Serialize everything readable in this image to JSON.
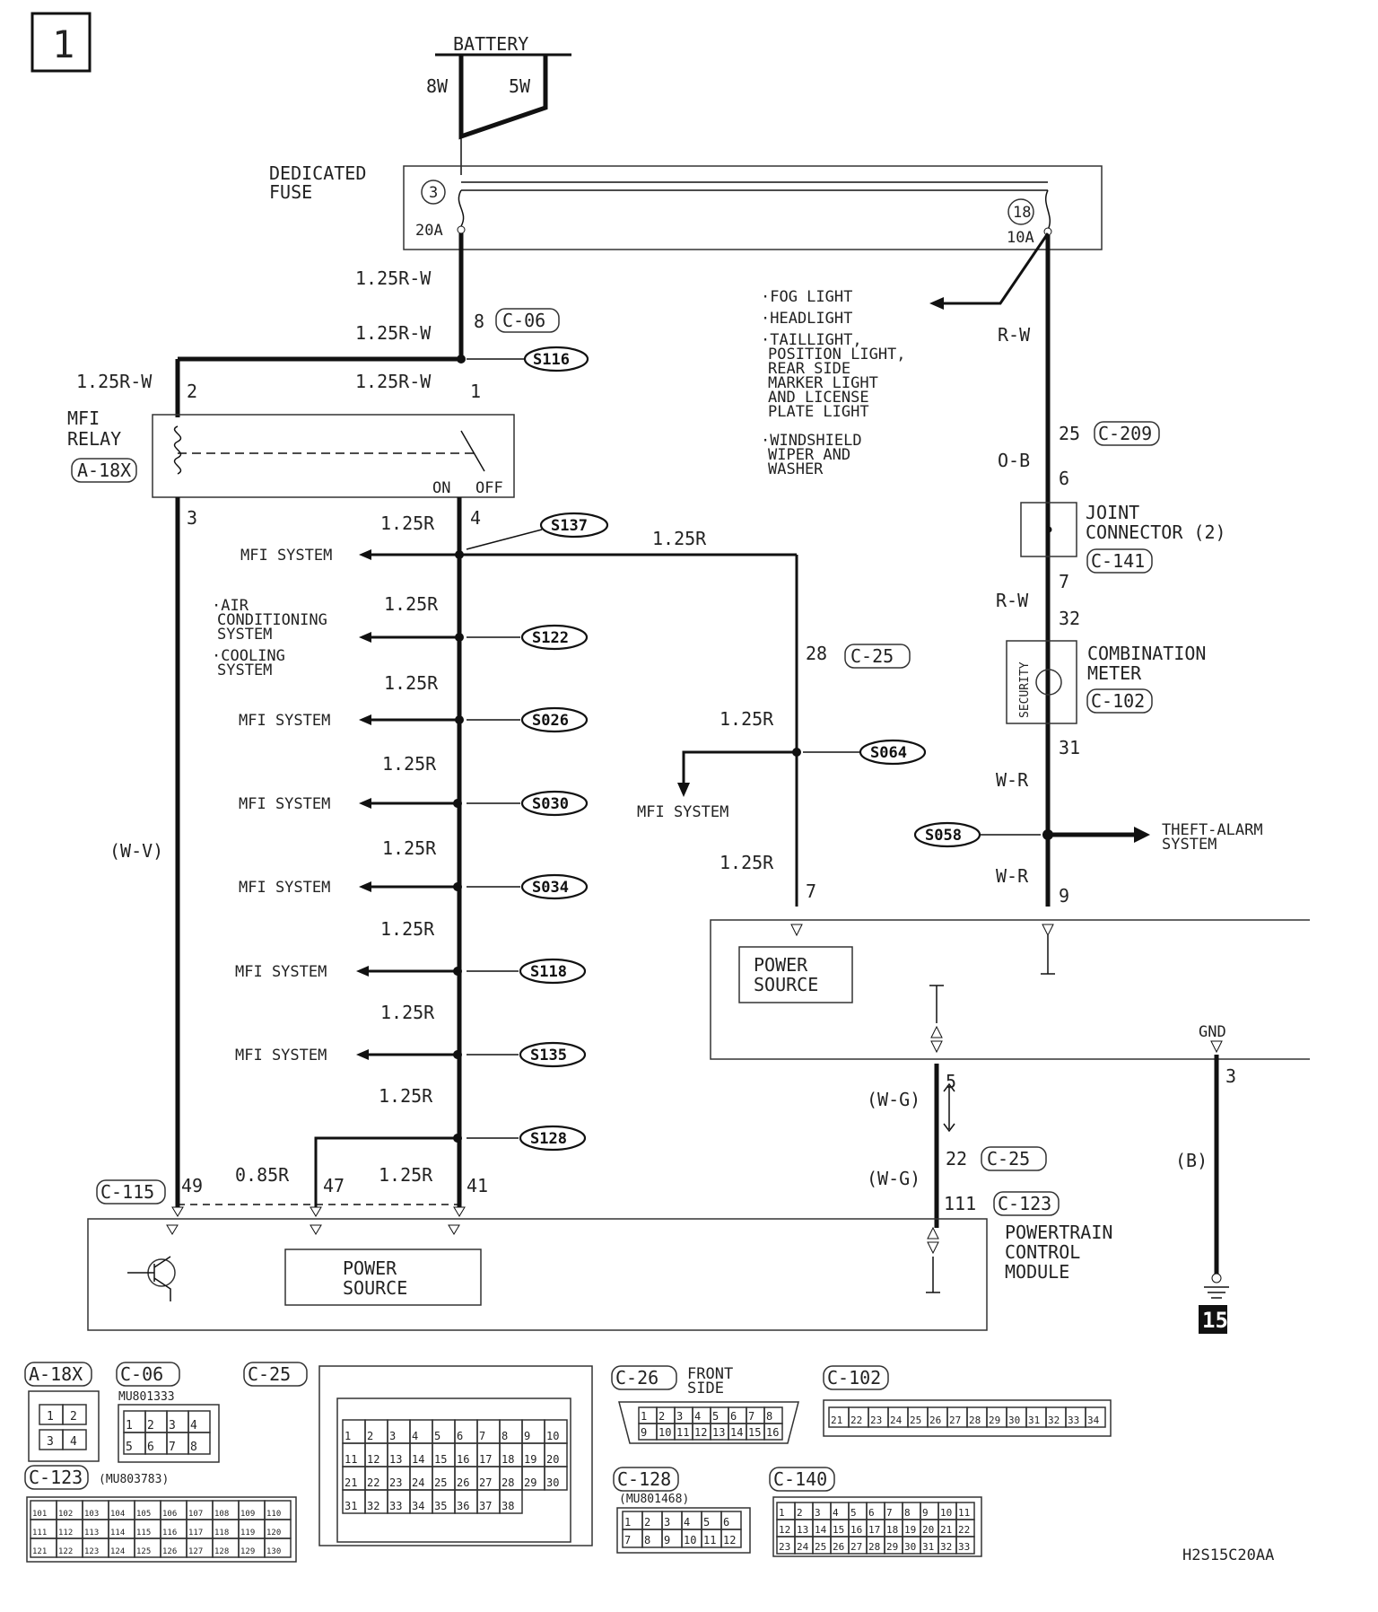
{
  "page_number": "1",
  "battery": {
    "label": "BATTERY",
    "wire_a": "8W",
    "wire_b": "5W"
  },
  "fuse": {
    "label_line1": "DEDICATED",
    "label_line2": "FUSE",
    "fuse_a": {
      "num": "3",
      "rating": "20A"
    },
    "fuse_b": {
      "num": "18",
      "rating": "10A"
    }
  },
  "wires": {
    "w1": "1.25R-W",
    "w2": "1.25R-W",
    "w3": "1.25R-W",
    "w4": "1.25R-W",
    "r1": "1.25R",
    "r_branch": "1.25R",
    "r2": "1.25R",
    "r3": "1.25R",
    "r4": "1.25R",
    "r5": "1.25R",
    "r6": "1.25R",
    "r7": "1.25R",
    "r8": "1.25R",
    "r9": "1.25R",
    "r_s064_up": "1.25R",
    "r_s064_down": "1.25R",
    "r_085": "0.85R",
    "wv": "(W-V)",
    "rw_right": "R-W",
    "ob": "O-B",
    "rw2": "R-W",
    "wr1": "W-R",
    "wr2": "W-R",
    "wg1": "(W-G)",
    "wg2": "(W-G)",
    "b": "(B)"
  },
  "pins": {
    "p8": "8",
    "p2": "2",
    "p1": "1",
    "p3": "3",
    "p4": "4",
    "p25": "25",
    "p6": "6",
    "p7": "7",
    "p32": "32",
    "p31": "31",
    "p9": "9",
    "p28": "28",
    "p7b": "7",
    "p5": "5",
    "p22": "22",
    "p111": "111",
    "p3b": "3",
    "p49": "49",
    "p47": "47",
    "p41": "41"
  },
  "connectors": {
    "c06": "C-06",
    "c209": "C-209",
    "c141": "C-141",
    "c102": "C-102",
    "c25a": "C-25",
    "c25b": "C-25",
    "c123": "C-123",
    "c115": "C-115",
    "a18x": "A-18X"
  },
  "splices": [
    "S116",
    "S137",
    "S122",
    "S026",
    "S030",
    "S034",
    "S118",
    "S135",
    "S128",
    "S064",
    "S058"
  ],
  "mfi_relay": {
    "line1": "MFI",
    "line2": "RELAY",
    "on": "ON",
    "off": "OFF"
  },
  "taps": {
    "mfi": "MFI SYSTEM",
    "ac_1": "·AIR",
    "ac_2": "CONDITIONING",
    "ac_3": "SYSTEM",
    "cool_1": "·COOLING",
    "cool_2": "SYSTEM",
    "fog": "·FOG LIGHT",
    "head": "·HEADLIGHT",
    "tail_1": "·TAILLIGHT,",
    "tail_2": "POSITION LIGHT,",
    "tail_3": "REAR SIDE",
    "tail_4": "MARKER LIGHT",
    "tail_5": "AND LICENSE",
    "tail_6": "PLATE LIGHT",
    "wiper_1": "·WINDSHIELD",
    "wiper_2": "WIPER AND",
    "wiper_3": "WASHER",
    "theft_1": "THEFT-ALARM",
    "theft_2": "SYSTEM"
  },
  "joint": {
    "line1": "JOINT",
    "line2": "CONNECTOR (2)"
  },
  "meter": {
    "line1": "COMBINATION",
    "line2": "METER",
    "security": "SECURITY"
  },
  "pcm": {
    "line1": "POWERTRAIN",
    "line2": "CONTROL",
    "line3": "MODULE",
    "power_1": "POWER",
    "power_2": "SOURCE",
    "gnd": "GND"
  },
  "ground_num": "15",
  "bottom": {
    "a18x": "A-18X",
    "c06": "C-06",
    "c06_part": "MU801333",
    "c25": "C-25",
    "c26": "C-26",
    "c26_side_1": "FRONT",
    "c26_side_2": "SIDE",
    "c102": "C-102",
    "c123": "C-123",
    "c123_part": "(MU803783)",
    "c128": "C-128",
    "c128_part": "(MU801468)",
    "c140": "C-140",
    "diagram_code": "H2S15C20AA",
    "a18x_pins": [
      "1",
      "2",
      "3",
      "4"
    ],
    "c06_pins": [
      "1",
      "2",
      "3",
      "4",
      "5",
      "6",
      "7",
      "8"
    ],
    "c26_pins": [
      "1",
      "2",
      "3",
      "4",
      "5",
      "6",
      "7",
      "8",
      "9",
      "10",
      "11",
      "12",
      "13",
      "14",
      "15",
      "16"
    ],
    "c102_pins": [
      "21",
      "22",
      "23",
      "24",
      "25",
      "26",
      "27",
      "28",
      "29",
      "30",
      "31",
      "32",
      "33",
      "34"
    ],
    "c128_pins": [
      "1",
      "2",
      "3",
      "4",
      "5",
      "6",
      "7",
      "8",
      "9",
      "10",
      "11",
      "12"
    ],
    "c140_pins": [
      "1",
      "2",
      "3",
      "4",
      "5",
      "6",
      "7",
      "8",
      "9",
      "10",
      "11",
      "12",
      "13",
      "14",
      "15",
      "16",
      "17",
      "18",
      "19",
      "20",
      "21",
      "22",
      "23",
      "24",
      "25",
      "26",
      "27",
      "28",
      "29",
      "30",
      "31",
      "32",
      "33"
    ],
    "c123_pins": [
      "101",
      "102",
      "103",
      "104",
      "105",
      "106",
      "107",
      "108",
      "109",
      "110",
      "111",
      "112",
      "113",
      "114",
      "115",
      "116",
      "117",
      "118",
      "119",
      "120",
      "121",
      "122",
      "123",
      "124",
      "125",
      "126",
      "127",
      "128",
      "129",
      "130"
    ],
    "c25_pins": [
      "1",
      "2",
      "3",
      "4",
      "5",
      "6",
      "7",
      "8",
      "9",
      "10",
      "11",
      "12",
      "13",
      "14",
      "15",
      "16",
      "17",
      "18",
      "19",
      "20",
      "21",
      "22",
      "23",
      "24",
      "25",
      "26",
      "27",
      "28",
      "29",
      "30",
      "31",
      "32",
      "33",
      "34",
      "35",
      "36",
      "37",
      "38"
    ]
  }
}
